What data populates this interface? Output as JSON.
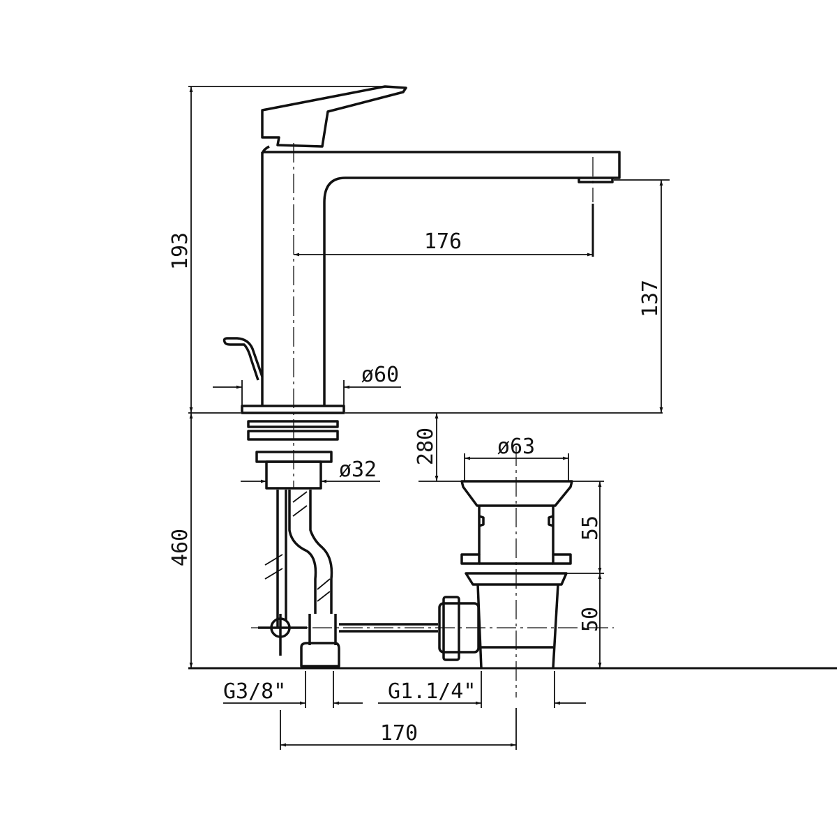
{
  "drawing": {
    "colors": {
      "line": "#111111",
      "background": "#ffffff"
    },
    "dimensions": {
      "faucet_height": "193",
      "spout_reach": "176",
      "spout_height": "137",
      "base_diameter": "ø60",
      "shank_diameter": "ø32",
      "max_deck_thickness": "280",
      "waste_flange_diameter": "ø63",
      "waste_upper_height": "55",
      "waste_lower_height": "50",
      "below_deck_length": "460",
      "supply_thread": "G3/8\"",
      "waste_thread": "G1.1/4\"",
      "center_distance": "170"
    }
  }
}
